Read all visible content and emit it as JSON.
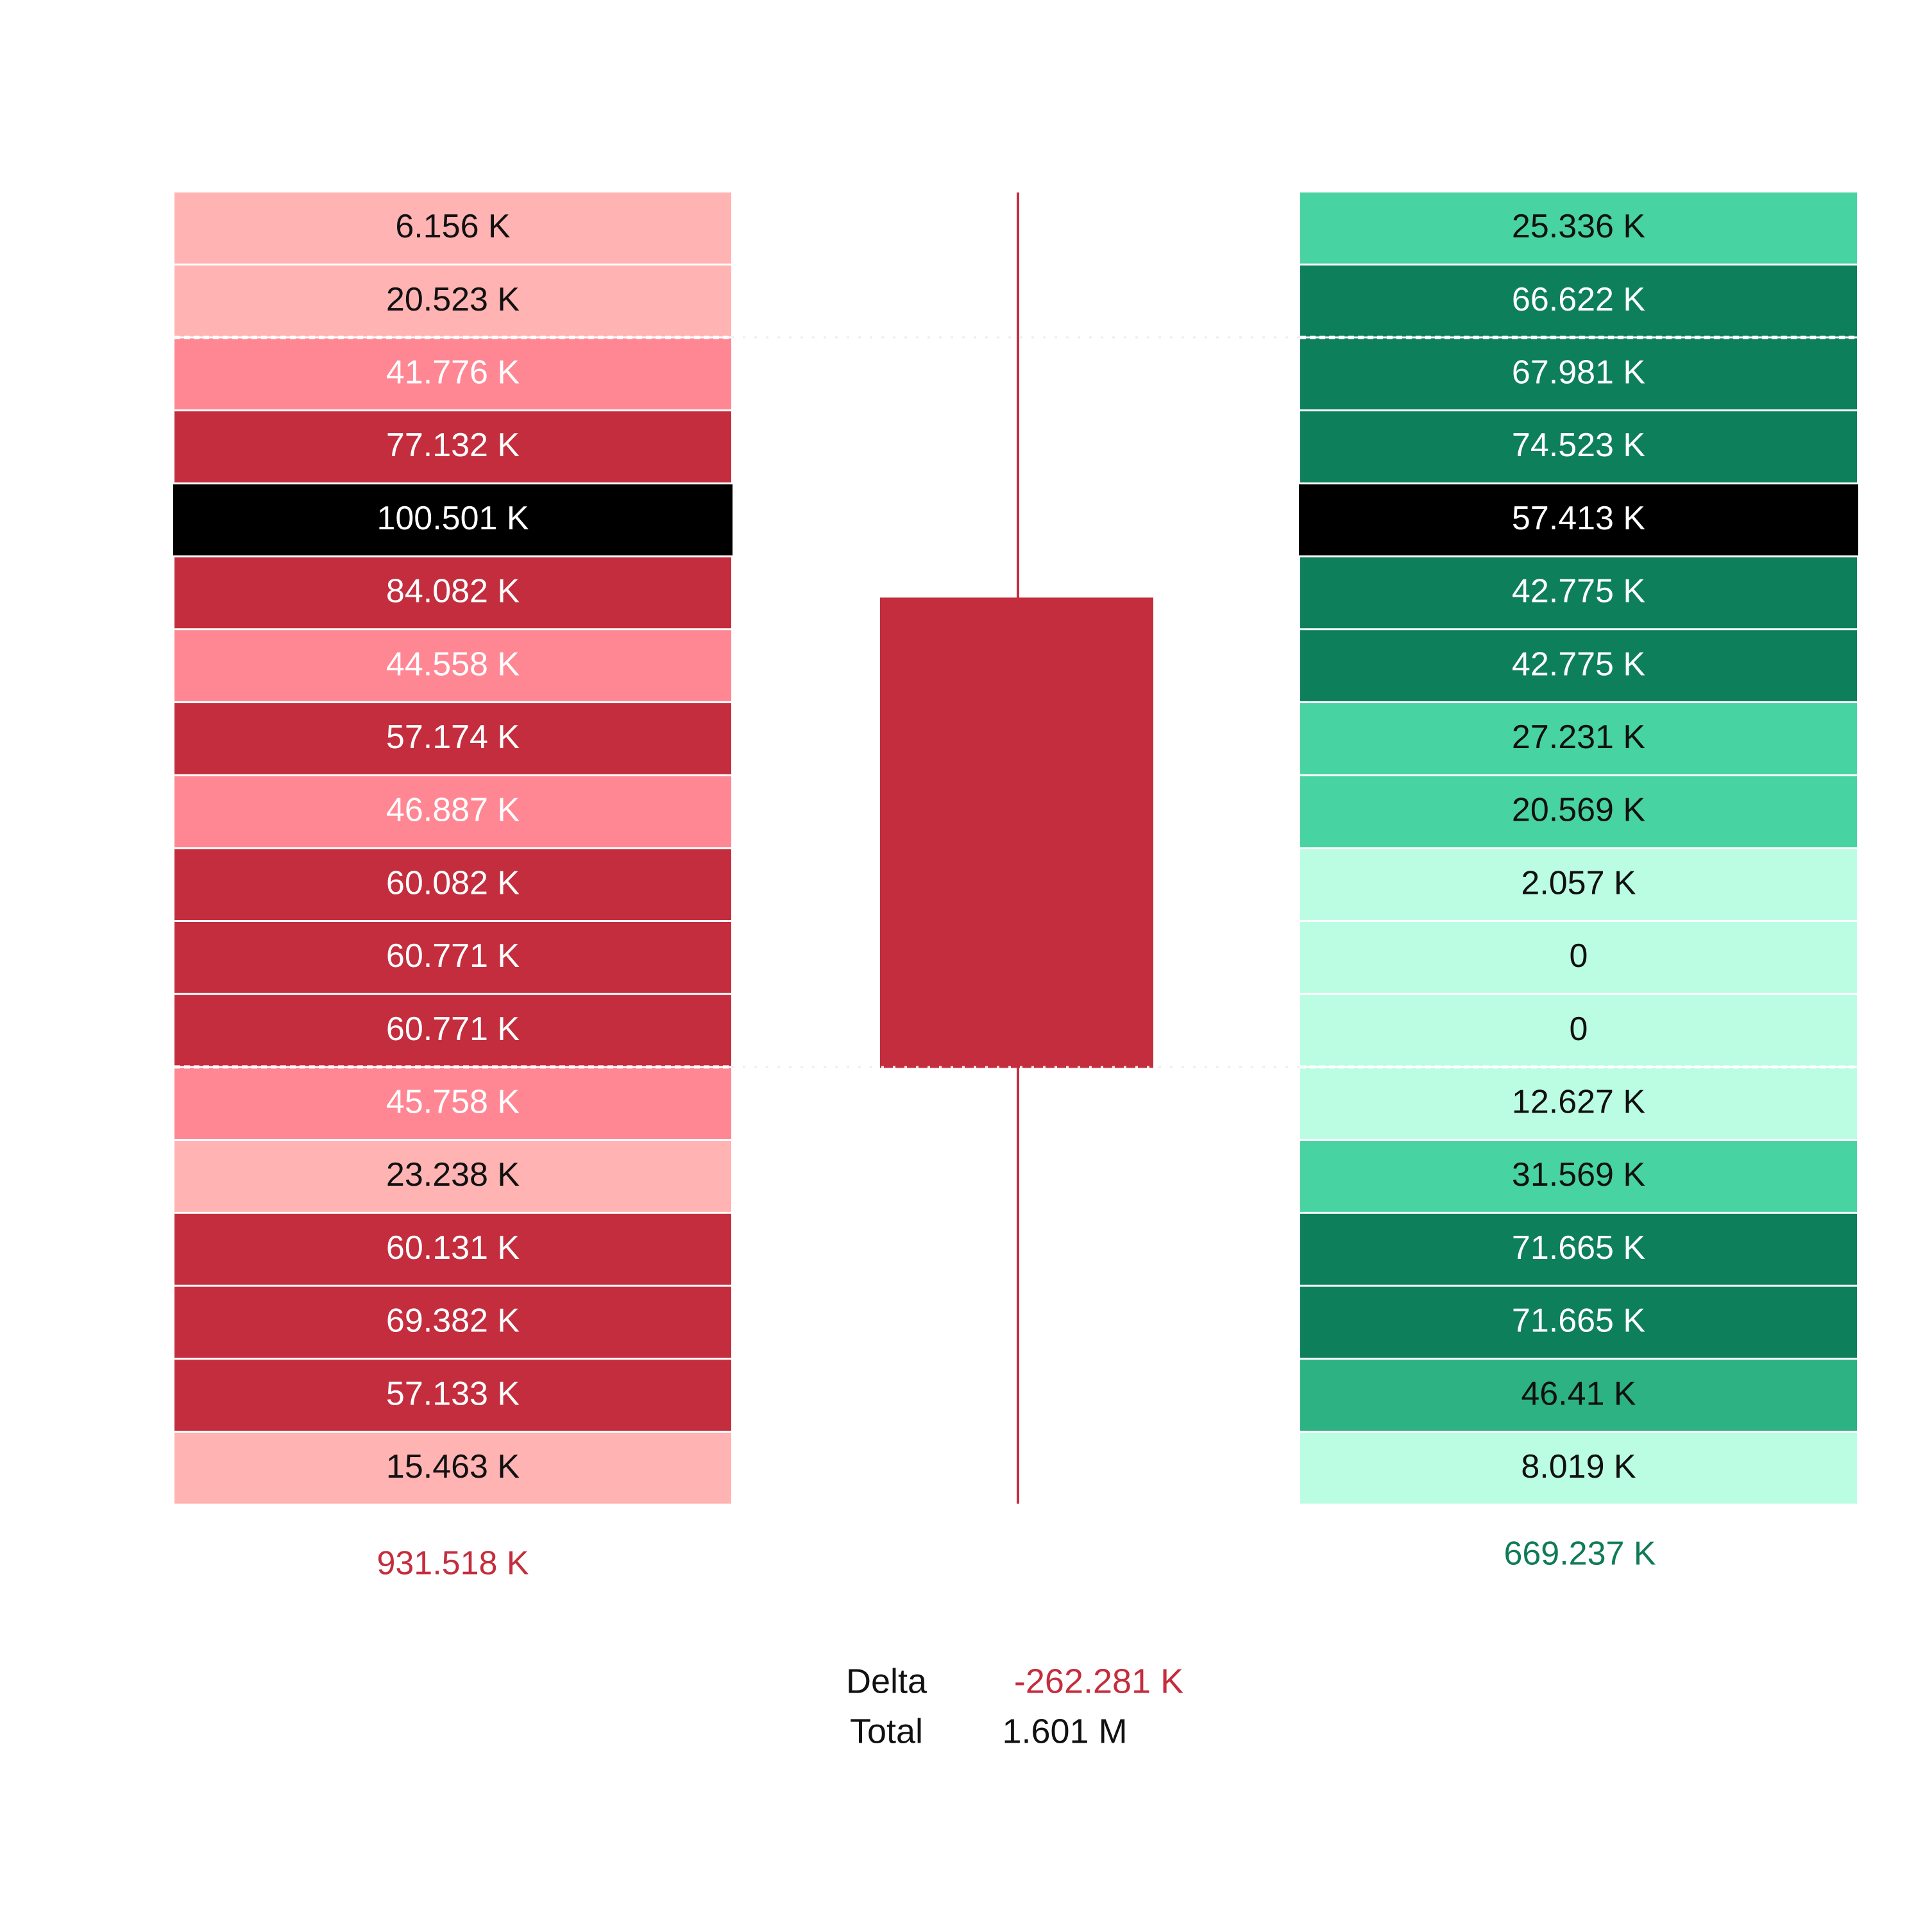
{
  "chart_data": {
    "type": "table",
    "sell": {
      "values": [
        "6.156 K",
        "20.523 K",
        "41.776 K",
        "77.132 K",
        "100.501 K",
        "84.082 K",
        "44.558 K",
        "57.174 K",
        "46.887 K",
        "60.082 K",
        "60.771 K",
        "60.771 K",
        "45.758 K",
        "23.238 K",
        "60.131 K",
        "69.382 K",
        "57.133 K",
        "15.463 K"
      ],
      "levels": [
        0,
        0,
        1,
        2,
        3,
        2,
        1,
        2,
        1,
        2,
        2,
        2,
        1,
        0,
        2,
        2,
        2,
        0
      ],
      "total": "931.518 K"
    },
    "buy": {
      "values": [
        "25.336 K",
        "66.622 K",
        "67.981 K",
        "74.523 K",
        "57.413 K",
        "42.775 K",
        "42.775 K",
        "27.231 K",
        "20.569 K",
        "2.057 K",
        "0",
        "0",
        "12.627 K",
        "31.569 K",
        "71.665 K",
        "71.665 K",
        "46.41 K",
        "8.019 K"
      ],
      "levels": [
        1,
        3,
        3,
        3,
        4,
        3,
        3,
        1,
        1,
        0,
        0,
        0,
        0,
        1,
        3,
        3,
        2,
        0
      ],
      "total": "669.237 K"
    },
    "value_area_rows": [
      2,
      12
    ],
    "poc_row": 4,
    "candle": {
      "direction": "down",
      "body_top_row": 5.5,
      "body_bottom_row": 12,
      "wick_top_row": 0,
      "wick_bottom_row": 18
    },
    "summary": {
      "delta_label": "Delta",
      "delta_value": "-262.281 K",
      "total_label": "Total",
      "total_value": "1.601 M"
    }
  },
  "colors": {
    "sell_levels": [
      "#ffb3b3",
      "#ff8794",
      "#c42d3d",
      "#000000"
    ],
    "sell_text": [
      "#111111",
      "#ffffff",
      "#ffffff",
      "#ffffff"
    ],
    "buy_levels": [
      "#bbfde3",
      "#47d3a2",
      "#2cb283",
      "#0d7f5a",
      "#000000"
    ],
    "buy_text": [
      "#111111",
      "#111111",
      "#111111",
      "#ffffff",
      "#ffffff"
    ],
    "candle": "#c42d3d",
    "sell_total": "#c42d3d",
    "buy_total": "#0f7b56",
    "delta_negative": "#c42d3d",
    "label_text": "#111111"
  }
}
